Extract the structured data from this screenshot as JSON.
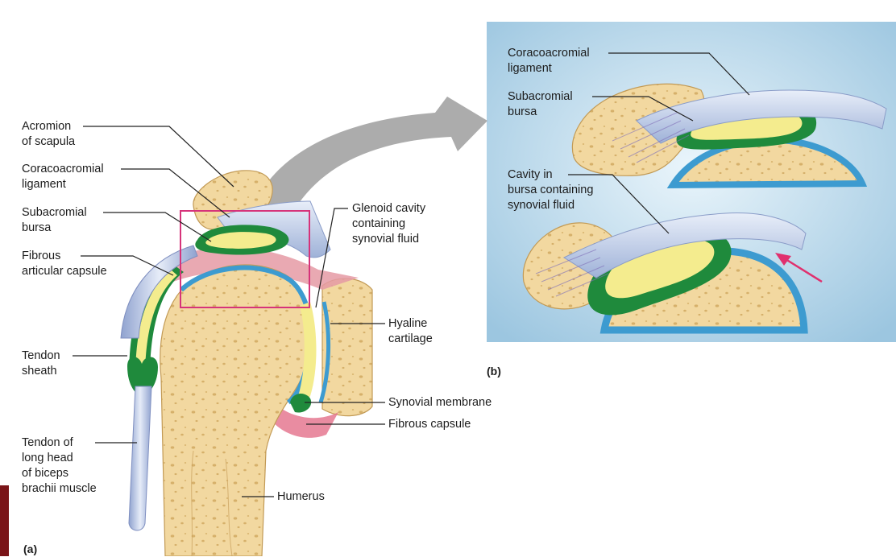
{
  "panels": {
    "a": "(a)",
    "b": "(b)"
  },
  "labels_a": {
    "acromion": "Acromion\nof scapula",
    "coracoacromial": "Coracoacromial\nligament",
    "subacromial": "Subacromial\nbursa",
    "fibrous_articular": "Fibrous\narticular capsule",
    "tendon_sheath": "Tendon\nsheath",
    "tendon_long_head": "Tendon of\nlong head\nof biceps\nbrachii muscle",
    "glenoid": "Glenoid cavity\ncontaining\nsynovial fluid",
    "hyaline": "Hyaline\ncartilage",
    "synovial_membrane": "Synovial membrane",
    "fibrous_capsule": "Fibrous capsule",
    "humerus": "Humerus"
  },
  "labels_b": {
    "coracoacromial": "Coracoacromial\nligament",
    "subacromial": "Subacromial\nbursa",
    "cavity": "Cavity in\nbursa containing\nsynovial fluid"
  },
  "colors": {
    "bone": "#f2d8a0",
    "bone_spots": "#d9b878",
    "cartilage_blue": "#3d9bd0",
    "bursa_green": "#1f8a3c",
    "synovial_yellow": "#f4ec8e",
    "ligament": "#b9c8e6",
    "capsule_pink": "#d94a70",
    "panel_b_bg": "#cfe6f2",
    "arrow_gray": "#a9a9a9",
    "highlight_box": "#d6337a"
  }
}
